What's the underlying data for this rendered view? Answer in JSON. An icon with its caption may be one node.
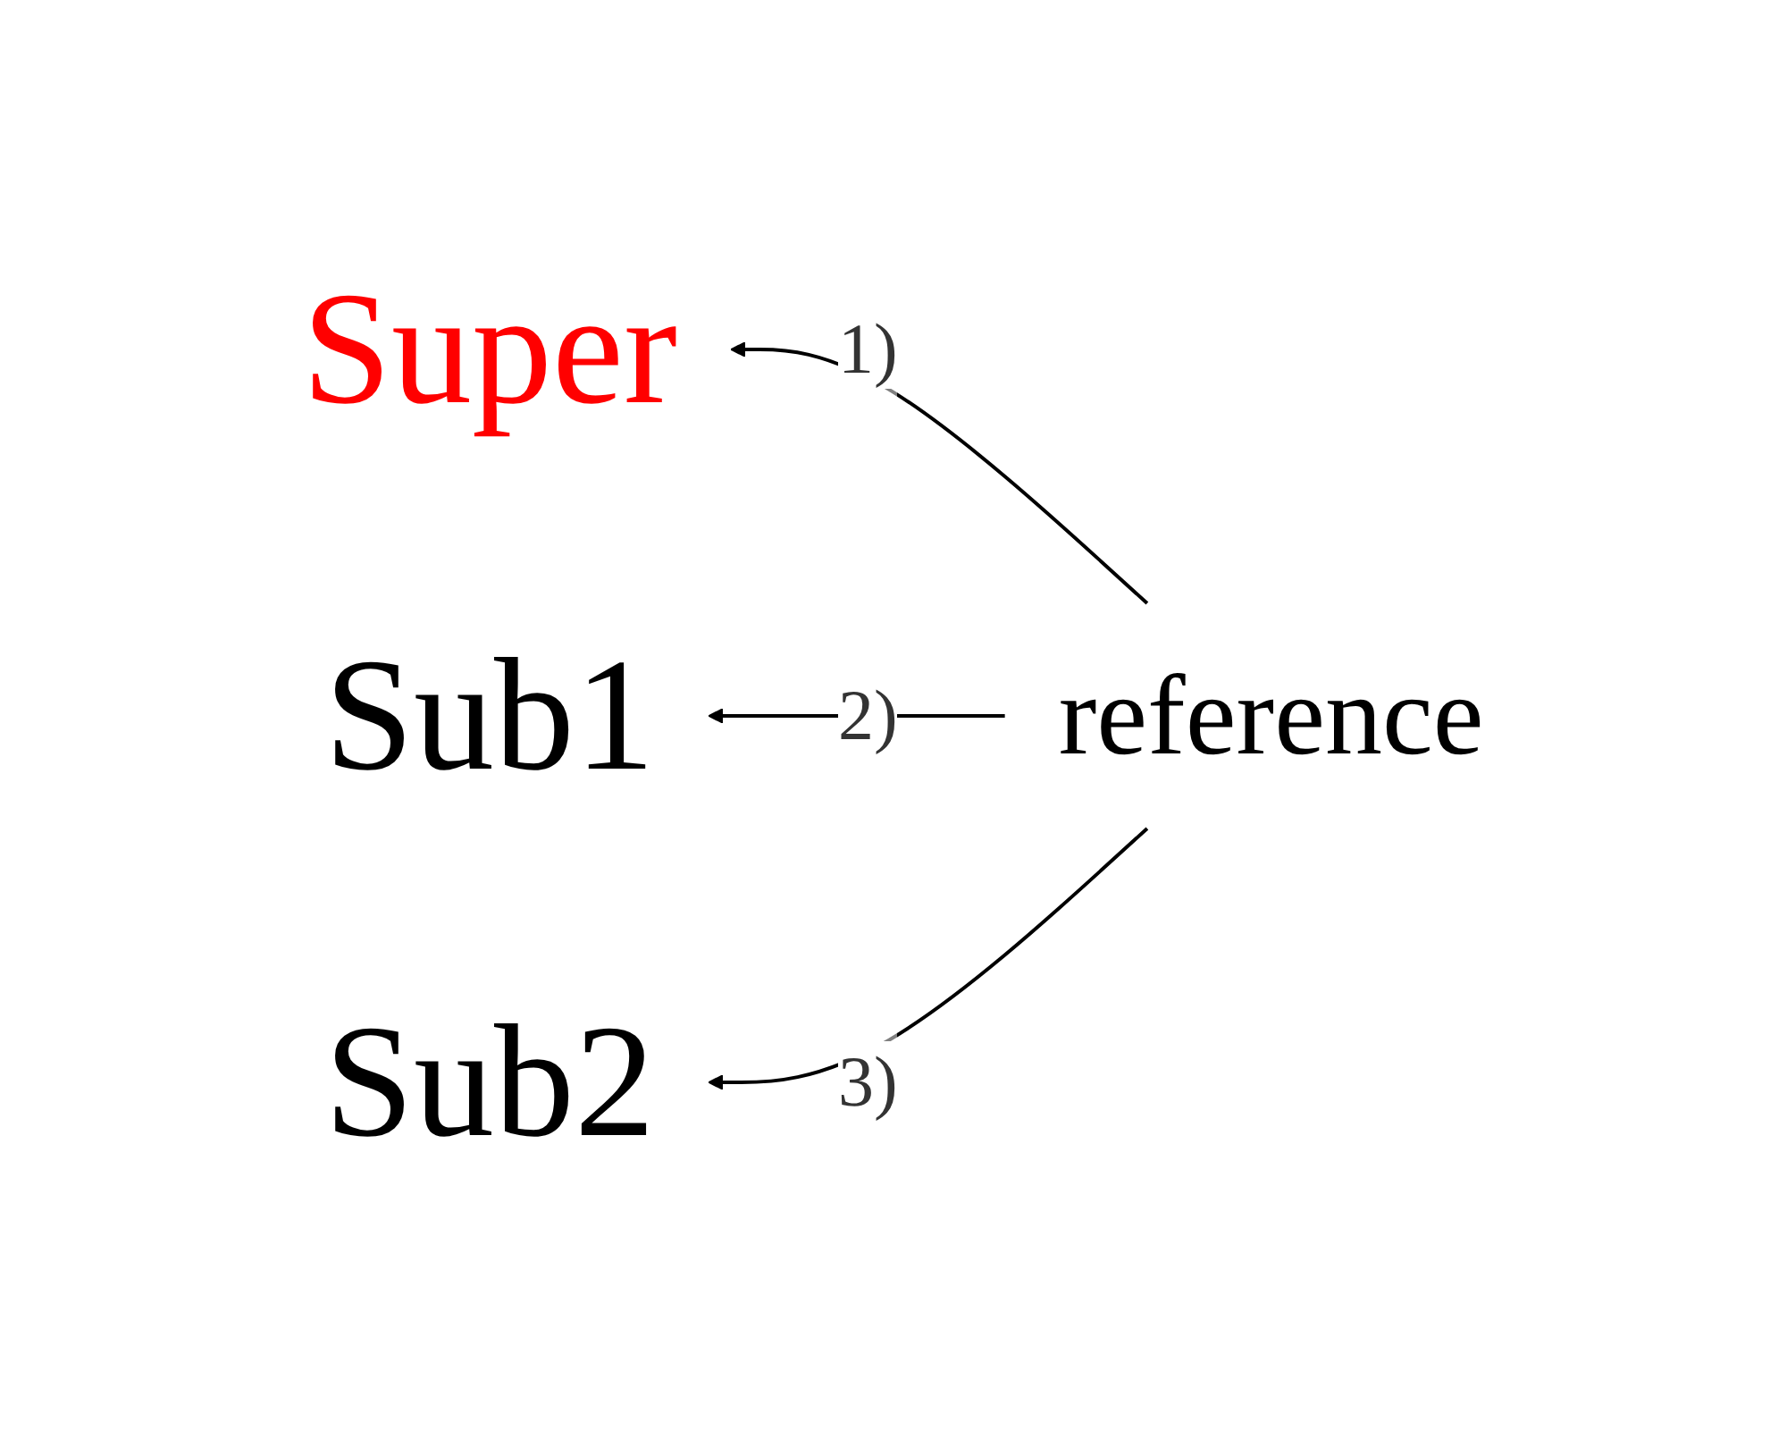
{
  "diagram": {
    "nodes": [
      {
        "text": [
          "Super"
        ]
      },
      {
        "text": [
          "reference"
        ]
      },
      {
        "text": [
          "Sub1"
        ]
      },
      {
        "text": [
          "Sub2"
        ]
      }
    ],
    "edges": [
      {
        "from": 1,
        "to": 0,
        "arrow": "to",
        "label": "1)"
      },
      {
        "from": 1,
        "to": 2,
        "arrow": "to",
        "label": "2)"
      },
      {
        "from": 1,
        "to": 3,
        "arrow": "to",
        "label": "3)"
      }
    ]
  }
}
